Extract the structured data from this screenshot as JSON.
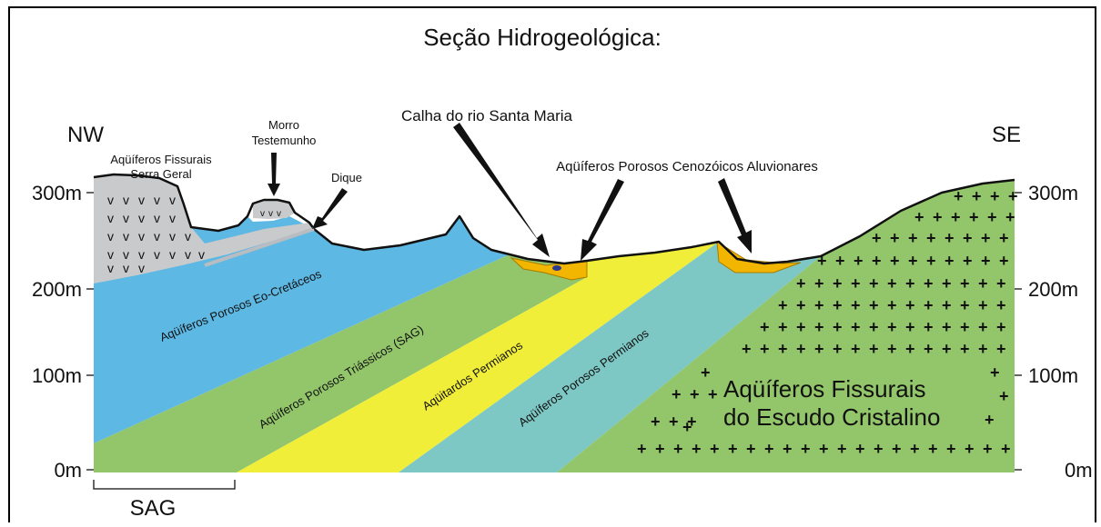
{
  "title": "Seção Hidrogeológica:",
  "directions": {
    "left": "NW",
    "right": "SE"
  },
  "elevation_ticks": [
    "300m",
    "200m",
    "100m",
    "0m"
  ],
  "scale_bar": "SAG",
  "units": {
    "serra_geral": [
      "Aqüíferos Fissurais",
      "Serra Geral"
    ],
    "eo_cretaceo": "Aqüíferos Porosos Eo-Cretáceos",
    "triassico": "Aqüíferos Porosos Triássicos (SAG)",
    "aquitardo": "Aqüitardos Permianos",
    "permiano": "Aqüíferos Porosos Permianos",
    "escudo": [
      "Aqüíferos Fissurais",
      "do Escudo Cristalino"
    ]
  },
  "callouts": {
    "morro": [
      "Morro",
      "Testemunho"
    ],
    "dique": "Dique",
    "calha": "Calha do rio Santa Maria",
    "cenozoico": "Aqüíferos Porosos Cenozóicos Aluvionares"
  },
  "colors": {
    "serra_geral": "#c9cacc",
    "eo_cretaceo": "#5db8e3",
    "triassico": "#93c66a",
    "aquitardo": "#f1ee3a",
    "permiano": "#7dc7c4",
    "escudo": "#93c66a",
    "aluvionar": "#f2b600"
  }
}
